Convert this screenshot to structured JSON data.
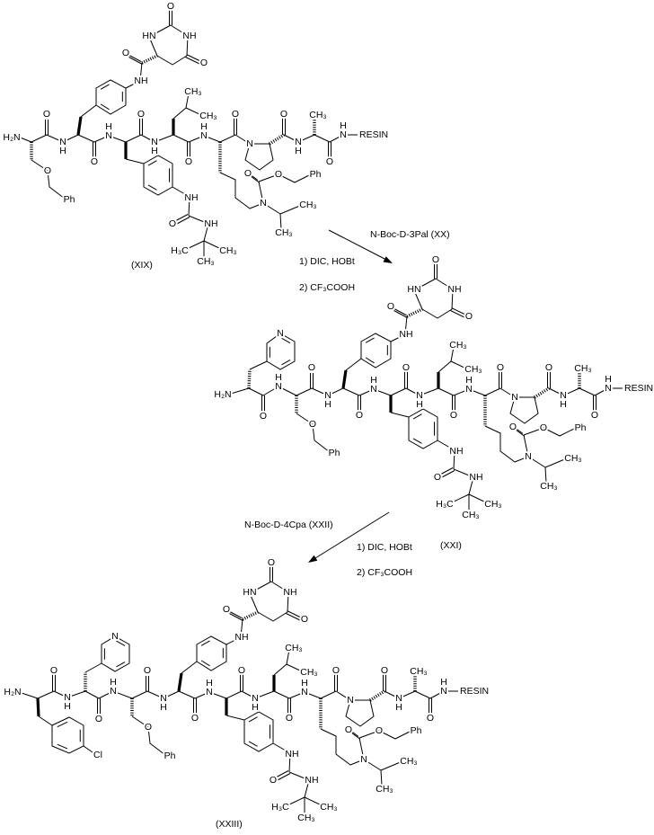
{
  "labels": {
    "O": "O",
    "N": "N",
    "H": "H",
    "NH": "NH",
    "HN": "HN",
    "H2N": "H₂N",
    "CH3": "CH₃",
    "H3C": "H₃C",
    "Ph": "Ph",
    "Cl": "Cl",
    "resin": "RESIN"
  },
  "compounds": {
    "xix": "(XIX)",
    "xxi": "(XXI)",
    "xxiii": "(XXIII)"
  },
  "steps": [
    {
      "reagent": "N-Boc-D-3Pal  (XX)",
      "conditions": [
        "1) DIC, HOBt",
        "2) CF₃COOH"
      ]
    },
    {
      "reagent": "N-Boc-D-4Cpa  (XXII)",
      "conditions": [
        "1) DIC, HOBt",
        "2) CF₃COOH"
      ]
    }
  ]
}
